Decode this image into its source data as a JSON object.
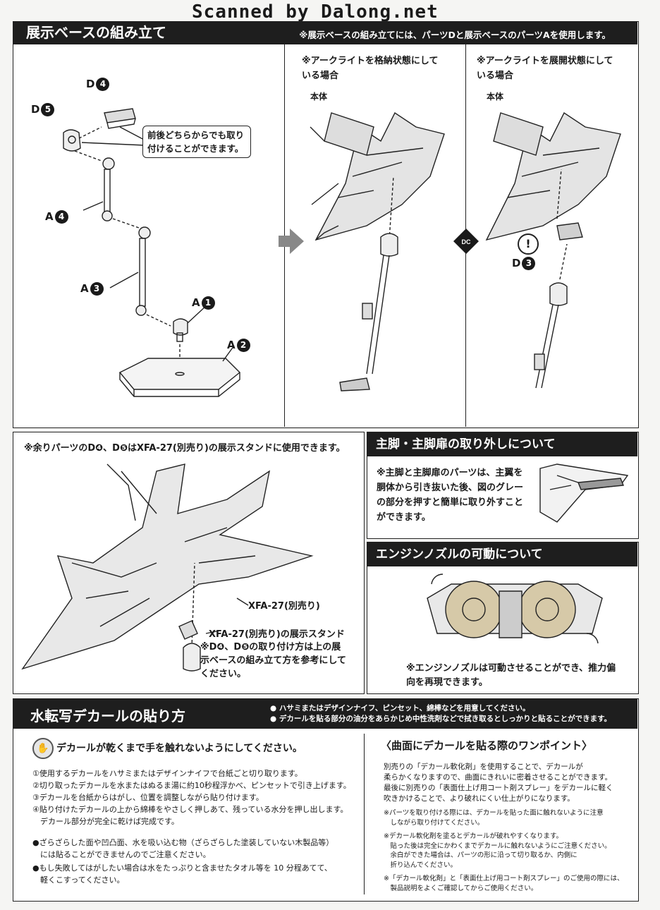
{
  "watermark": "Scanned by Dalong.net",
  "stand_section": {
    "title": "展示ベースの組み立て",
    "note": "※展示ベースの組み立てには、パーツDと展示ベースのパーツAを使用します。",
    "parts": {
      "d4_letter": "D",
      "d4_num": "4",
      "d5_letter": "D",
      "d5_num": "5",
      "a4_letter": "A",
      "a4_num": "4",
      "a3_letter": "A",
      "a3_num": "3",
      "a1_letter": "A",
      "a1_num": "1",
      "a2_letter": "A",
      "a2_num": "2"
    },
    "callout": "前後どちらからでも取り付けることができます。",
    "stowed_note": "※アークライトを格納状態にしている場合",
    "deployed_note": "※アークライトを展開状態にしている場合",
    "body_label_1": "本体",
    "body_label_2": "本体",
    "d3_letter": "D",
    "d3_num": "3"
  },
  "spare_section": {
    "note": "※余りパーツのD❹、D❺はXFA-27(別売り)の展示スタンドに使用できます。",
    "xfa_label": "XFA-27(別売り)",
    "stand_label": "XFA-27(別売り)の展示スタンド",
    "stand_note": "※D❹、D❺の取り付け方は上の展示ベースの組み立て方を参考にしてください。"
  },
  "landing_gear_section": {
    "title": "主脚・主脚扉の取り外しについて",
    "text": "※主脚と主脚扉のパーツは、主翼を胴体から引き抜いた後、図のグレーの部分を押すと簡単に取り外すことができます。"
  },
  "nozzle_section": {
    "title": "エンジンノズルの可動について",
    "text": "※エンジンノズルは可動させることができ、推力偏向を再現できます。"
  },
  "decal_section": {
    "title": "水転写デカールの貼り方",
    "prep_notes": [
      "● ハサミまたはデザインナイフ、ピンセット、綿棒などを用意してください。",
      "● デカールを貼る部分の油分をあらかじめ中性洗剤などで拭き取るとしっかりと貼ることができます。"
    ],
    "warning": "デカールが乾くまで手を触れないようにしてください。",
    "steps": [
      "①使用するデカールをハサミまたはデザインナイフで台紙ごと切り取ります。",
      "②切り取ったデカールを水またはぬるま湯に約10秒程浮かべ、ピンセットで引き上げます。",
      "③デカールを台紙からはがし、位置を調整しながら貼り付けます。",
      "④貼り付けたデカールの上から綿棒をやさしく押しあて、残っている水分を押し出します。",
      "　デカール部分が完全に乾けば完成です。"
    ],
    "bullet_1": [
      "●ざらざらした面や凹凸面、水を吸い込む物（ざらざらした塗装していない木製品等）",
      "　には貼ることができませんのでご注意ください。"
    ],
    "bullet_2": [
      "●もし失敗してはがしたい場合は水をたっぷりと含ませたタオル等を 10 分程あてて、",
      "　軽くこすってください。"
    ],
    "tip_title": "〈曲面にデカールを貼る際のワンポイント〉",
    "tip_body": [
      "別売りの「デカール軟化剤」を使用することで、デカールが",
      "柔らかくなりますので、曲面にきれいに密着させることができます。",
      "最後に別売りの「表面仕上げ用コート剤スプレー」をデカールに軽く",
      "吹きかけることで、より破れにくい仕上がりになります。"
    ],
    "tip_notes": [
      "※パーツを取り付ける際には、デカールを貼った面に触れないように注意",
      "　しながら取り付けてください。",
      "※デカール軟化剤を塗るとデカールが破れやすくなります。",
      "　貼った後は完全にかわくまでデカールに触れないようにご注意ください。",
      "　余白ができた場合は、パーツの形に沿って切り取るか、内側に",
      "　折り込んでください。",
      "※「デカール軟化剤」と「表面仕上げ用コート剤スプレー」のご使用の際には、",
      "　製品説明をよくご確認してからご使用ください。"
    ]
  }
}
